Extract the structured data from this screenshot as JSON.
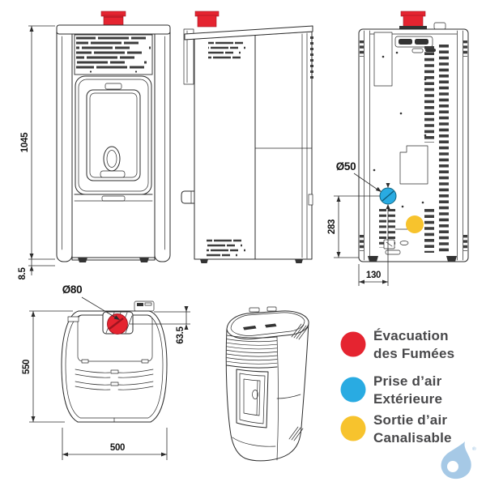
{
  "dimensions": {
    "front_height": "1045",
    "front_feet_height": "8.5",
    "back_inlet_diameter": "Ø50",
    "back_inlet_height": "283",
    "back_inlet_offset": "130",
    "top_flue_diameter": "Ø80",
    "top_flue_offset": "63.5",
    "top_depth": "550",
    "top_width": "500"
  },
  "legend": {
    "items": [
      {
        "id": "fumes-exhaust",
        "color": "#e52430",
        "line1": "Évacuation",
        "line2": "des Fumées"
      },
      {
        "id": "outside-air-intake",
        "color": "#29abe2",
        "line1": "Prise d’air",
        "line2": "Extérieure"
      },
      {
        "id": "ductable-air-outlet",
        "color": "#f7c32d",
        "line1": "Sortie d’air",
        "line2": "Canalisable"
      }
    ]
  },
  "colors": {
    "flue_red": "#e52430",
    "flue_red_dark": "#9e1420",
    "intake_blue": "#29abe2",
    "duct_yellow": "#f7c32d",
    "logo_blue": "#a6c9e6"
  },
  "logo": {
    "registered": "®"
  }
}
